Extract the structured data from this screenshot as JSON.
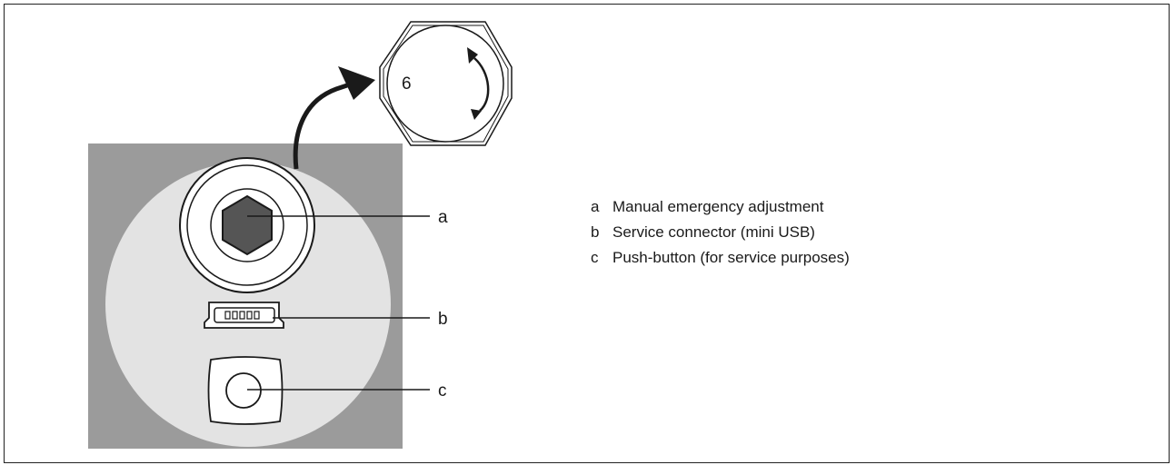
{
  "figure": {
    "dial_value": "6",
    "callouts": [
      {
        "key": "a"
      },
      {
        "key": "b"
      },
      {
        "key": "c"
      }
    ]
  },
  "legend": {
    "items": [
      {
        "key": "a",
        "text": "Manual emergency adjustment"
      },
      {
        "key": "b",
        "text": "Service connector (mini USB)"
      },
      {
        "key": "c",
        "text": "Push-button (for service purposes)"
      }
    ]
  },
  "colors": {
    "panel": "#9b9b9b",
    "disc": "#e3e3e3",
    "hexagon_fill": "#555555",
    "line": "#1a1a1a"
  }
}
